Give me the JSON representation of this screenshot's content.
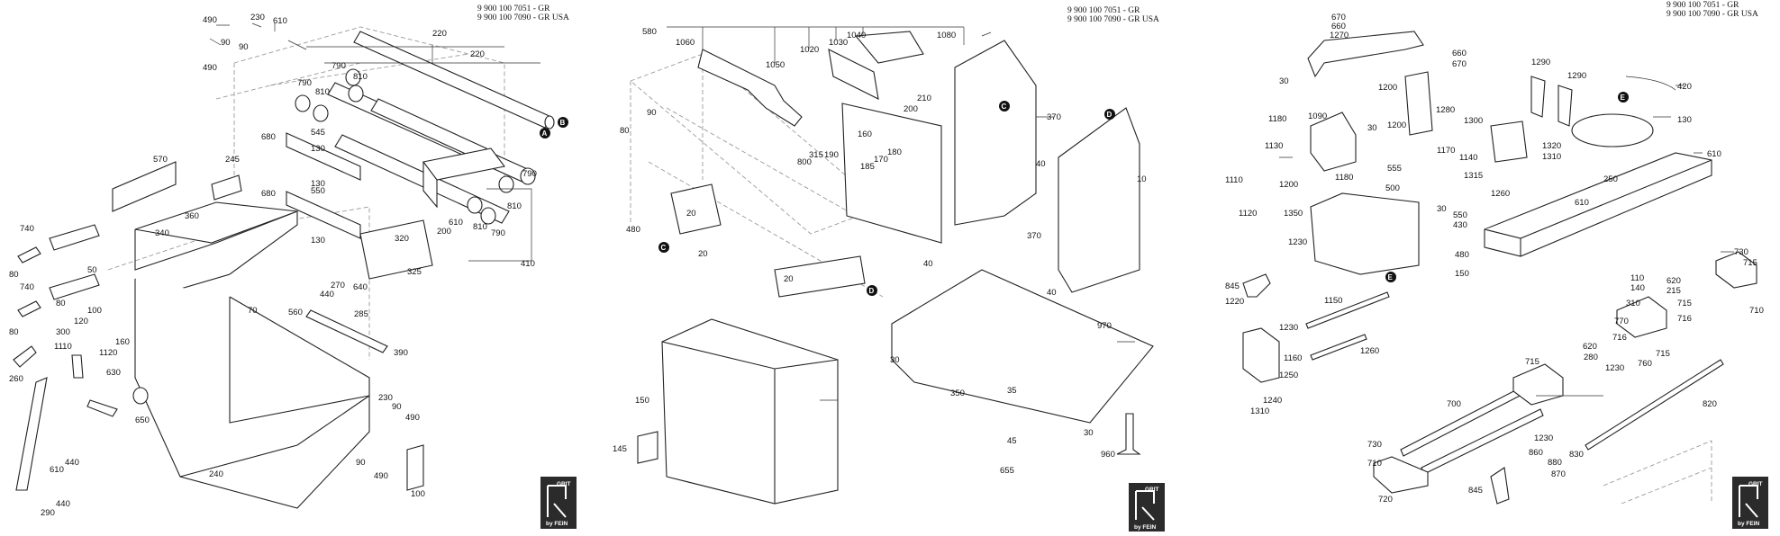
{
  "sheets": [
    {
      "header": [
        "9 900 100 7051 - GR",
        "9 900 100 7090 - GR USA"
      ],
      "markers": [
        "A",
        "B"
      ],
      "labels": [
        "490",
        "230",
        "610",
        "90",
        "90",
        "490",
        "220",
        "220",
        "790",
        "790",
        "810",
        "810",
        "545",
        "680",
        "130",
        "570",
        "245",
        "130",
        "550",
        "360",
        "740",
        "340",
        "80",
        "50",
        "740",
        "80",
        "100",
        "300",
        "80",
        "120",
        "1110",
        "1120",
        "160",
        "630",
        "260",
        "610",
        "440",
        "290",
        "440",
        "680",
        "130",
        "790",
        "810",
        "810",
        "200",
        "610",
        "790",
        "410",
        "320",
        "325",
        "640",
        "270",
        "440",
        "285",
        "560",
        "70",
        "390",
        "650",
        "240",
        "230",
        "90",
        "490",
        "90",
        "490",
        "100"
      ]
    },
    {
      "header": [
        "9 900 100 7051 - GR",
        "9 900 100 7090 - GR USA"
      ],
      "markers": [
        "C",
        "D",
        "C",
        "D"
      ],
      "labels": [
        "580",
        "1060",
        "1050",
        "1020",
        "1030",
        "1040",
        "1080",
        "90",
        "80",
        "800",
        "315",
        "210",
        "200",
        "190",
        "160",
        "170",
        "180",
        "185",
        "370",
        "20",
        "20",
        "480",
        "40",
        "40",
        "10",
        "370",
        "20",
        "40",
        "970",
        "30",
        "35",
        "350",
        "45",
        "655",
        "30",
        "960",
        "150",
        "145"
      ]
    },
    {
      "header": [
        "9 900 100 7051 - GR",
        "9 900 100 7090 - GR USA"
      ],
      "markers": [
        "E",
        "E"
      ],
      "labels": [
        "670",
        "660",
        "1270",
        "660",
        "670",
        "1290",
        "1290",
        "30",
        "1200",
        "420",
        "1280",
        "130",
        "1180",
        "1090",
        "1200",
        "30",
        "1300",
        "1130",
        "1320",
        "1310",
        "610",
        "555",
        "1170",
        "1140",
        "1110",
        "1120",
        "1200",
        "1180",
        "500",
        "1315",
        "1260",
        "30",
        "610",
        "550",
        "430",
        "250",
        "1350",
        "1230",
        "480",
        "150",
        "845",
        "1220",
        "1150",
        "730",
        "715",
        "110",
        "140",
        "620",
        "215",
        "310",
        "715",
        "716",
        "710",
        "1230",
        "1160",
        "1250",
        "1260",
        "1240",
        "1310",
        "715",
        "620",
        "280",
        "716",
        "770",
        "1230",
        "715",
        "760",
        "820",
        "700",
        "730",
        "710",
        "860",
        "1230",
        "880",
        "830",
        "870",
        "845",
        "720"
      ]
    }
  ],
  "logo": {
    "top": "GRIT",
    "bottom": "by FEIN"
  }
}
